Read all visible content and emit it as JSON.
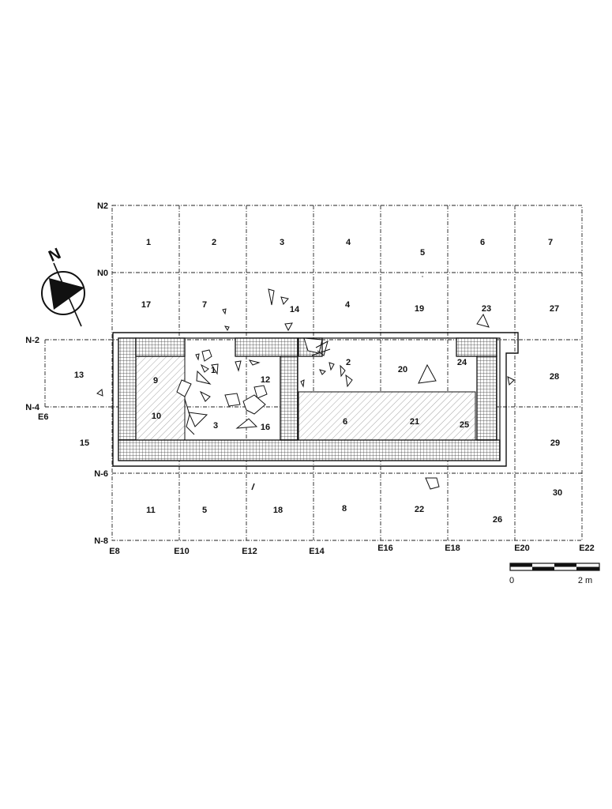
{
  "northing_labels": [
    "N2",
    "N0",
    "N-2",
    "N-4",
    "N-6",
    "N-8"
  ],
  "easting_labels": [
    "E8",
    "E10",
    "E12",
    "E14",
    "E16",
    "E18",
    "E20",
    "E22"
  ],
  "side_label_e6": "E6",
  "north_arrow_letter": "N",
  "scale": {
    "start": "0",
    "end": "2 m"
  },
  "unit_numbers": {
    "u1": "1",
    "u2": "2",
    "u3": "3",
    "u4": "4",
    "u5": "5",
    "u6": "6",
    "u7": "7",
    "u17": "17",
    "u7b": "7",
    "u14": "14",
    "u4b": "4",
    "u19": "19",
    "u23": "23",
    "u27": "27",
    "u13": "13",
    "u9": "9",
    "u1b": "1",
    "u12": "12",
    "u2b": "2",
    "u20": "20",
    "u24": "24",
    "u28": "28",
    "u10": "10",
    "u3b": "3",
    "u16": "16",
    "u6b": "6",
    "u21": "21",
    "u25": "25",
    "u15": "15",
    "u29": "29",
    "u11": "11",
    "u5b": "5",
    "u18": "18",
    "u8": "8",
    "u22": "22",
    "u26": "26",
    "u30": "30"
  },
  "colors": {
    "ink": "#111111",
    "paper": "#ffffff"
  }
}
